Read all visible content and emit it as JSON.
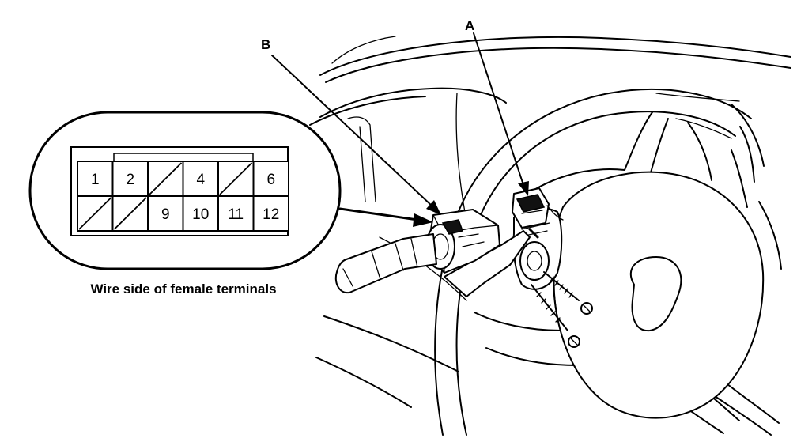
{
  "callouts": {
    "a": "A",
    "b": "B"
  },
  "connector": {
    "caption": "Wire side of female terminals",
    "top_row": [
      "1",
      "2",
      "",
      "4",
      "",
      "6"
    ],
    "bottom_row": [
      "",
      "",
      "9",
      "10",
      "11",
      "12"
    ]
  }
}
